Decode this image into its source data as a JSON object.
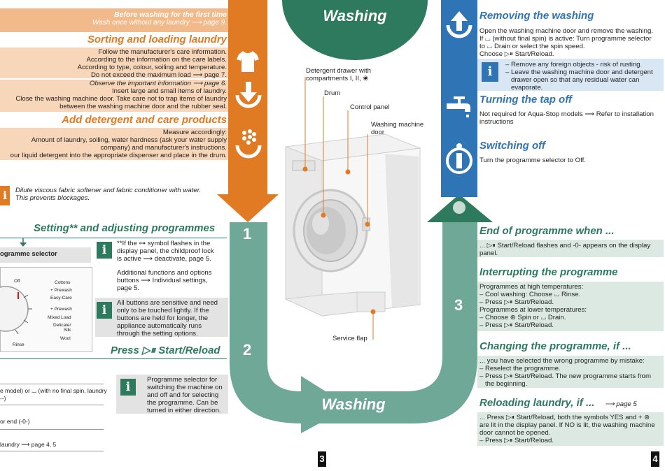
{
  "left": {
    "first_time_title": "Before washing for the first time",
    "first_time_text": "Wash once without any laundry ⟶ page 9.",
    "sorting_title": "Sorting and loading laundry",
    "sorting_lines": "Follow the manufacturer's care information.\nAccording to the information on the care labels.\nAccording to type, colour, soiling and temperature.\nDo not exceed the maximum load ⟶ page 7.",
    "observe_line": "Observe the important information ⟶ page 6.",
    "loading_lines": "Insert large and small items of laundry.\nClose the washing machine door. Take care not to trap items of laundry\nbetween the washing machine door and the rubber seal.",
    "detergent_title": "Add detergent and care products",
    "detergent_lines": "Measure accordingly:\nAmount of laundry, soiling, water hardness (ask your water supply\ncompany) and manufacturer's instructions.\nour liquid detergent into the appropriate dispenser and place in the drum.",
    "softener_note": "Dilute viscous fabric softener and fabric conditioner with water.\nThis prevents blockages.",
    "setting_title": "Setting** and adjusting programmes",
    "selector_label": "ogramme selector",
    "childlock_note": "**If the ⊶ symbol flashes in the\ndisplay panel, the childproof lock\nis active ⟶ deactivate, page 5.",
    "additional_note": "Additional functions and options\nbuttons ⟶ Individual settings,\npage 5.",
    "touch_note": "All buttons are sensitive and need\nonly to be touched lightly. If the\nbuttons are held for longer, the\nappliance automatically runs\nthrough the setting options.",
    "press_start_title": "Press ▷⏸ Start/Reload",
    "selector_note": "Programme selector for\nswitching the machine on\nand off and for selecting\nthe programme. Can be\nturned in either direction.",
    "selector_items": [
      "Off",
      "Cottons",
      "+ Prewash",
      "Easy-Care",
      "+ Prewash",
      "Mixed Load",
      "Delicate/\nSilk",
      "Wool",
      "Rinse"
    ],
    "bottom_lines": [
      "e model) or ⌴ (with no final spin, laundry",
      "--)",
      "or end (-0-)",
      "laundry ⟶ page 4, 5"
    ]
  },
  "center": {
    "top_title": "Washing",
    "bottom_title": "Washing",
    "labels": {
      "detergent_drawer": "Detergent drawer with\ncompartments I, II, ❀",
      "drum": "Drum",
      "control_panel": "Control panel",
      "door": "Washing machine\ndoor",
      "service_flap": "Service flap"
    },
    "step_numbers": [
      "1",
      "2",
      "3"
    ]
  },
  "right": {
    "removing_title": "Removing the washing",
    "removing_text": "Open the washing machine door and remove the washing.\nIf ⌴ (without final spin) is active: Turn programme selector\nto ⌴ Drain or select the spin speed.\nChoose ▷⏸ Start/Reload.",
    "removing_notes": "– Remove any foreign objects - risk of rusting.\n– Leave the washing machine door and detergent\n   drawer open so that any residual water can\n   evaporate.",
    "tap_title": "Turning the tap off",
    "tap_text": "Not required for Aqua-Stop models ⟶ Refer to installation\ninstructions",
    "switch_title": "Switching off",
    "switch_text": "Turn the programme selector to Off.",
    "end_title": "End of programme when ...",
    "end_text": "... ▷⏸ Start/Reload flashes and -0- appears on the display\npanel.",
    "interrupt_title": "Interrupting the programme",
    "interrupt_text": "Programmes at high temperatures:\n– Cool washing: Choose ⌴ Rinse.\n– Press ▷⏸ Start/Reload.\nProgrammes at lower temperatures:\n– Choose ⊛ Spin or ⌴ Drain.\n– Press ▷⏸ Start/Reload.",
    "change_title": "Changing the programme, if ...",
    "change_text": "... you have selected the wrong programme by mistake:\n– Reselect the programme.\n– Press ▷⏸ Start/Reload. The new programme starts from\n   the beginning.",
    "reload_title": "Reloading laundry, if ...",
    "reload_page": "⟶ page 5",
    "reload_text": "... Press ▷⏸ Start/Reload, both the symbols YES and + ⊛\nare lit in the display panel. If NO is lit, the washing machine\ndoor cannot be opened.\n– Press ▷⏸ Start/Reload."
  },
  "page_numbers": [
    "3",
    "4"
  ],
  "colors": {
    "orange": "#e07b24",
    "teal": "#6fa896",
    "dark_green": "#2e7a5f",
    "blue": "#2f74b5"
  },
  "icons": [
    "shirt-icon",
    "download-arrow-icon",
    "detergent-dots-icon",
    "info-icon",
    "upload-arrow-icon",
    "tap-icon",
    "power-info-icon"
  ]
}
